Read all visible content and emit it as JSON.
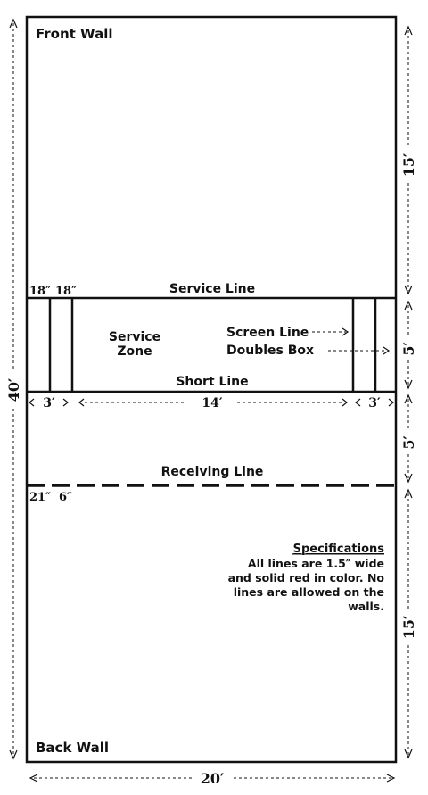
{
  "labels": {
    "front_wall": "Front Wall",
    "back_wall": "Back Wall",
    "service_line": "Service Line",
    "service_zone_1": "Service",
    "service_zone_2": "Zone",
    "screen_line": "Screen Line",
    "doubles_box": "Doubles Box",
    "short_line": "Short Line",
    "receiving_line": "Receiving Line",
    "box_width_left": "18″",
    "box_width_right": "18″",
    "receiving_mark_1": "21″",
    "receiving_mark_2": "6″"
  },
  "dimensions": {
    "length": "40′",
    "width": "20′",
    "segment_front": "15′",
    "segment_service": "5′",
    "segment_short_receive": "5′",
    "segment_back": "15′",
    "short_left": "3′",
    "short_middle": "14′",
    "short_right": "3′"
  },
  "specifications": {
    "title": "Specifications",
    "lines": [
      "All lines are 1.5″ wide",
      "and solid red in color. No",
      "lines are allowed on the",
      "walls."
    ]
  }
}
